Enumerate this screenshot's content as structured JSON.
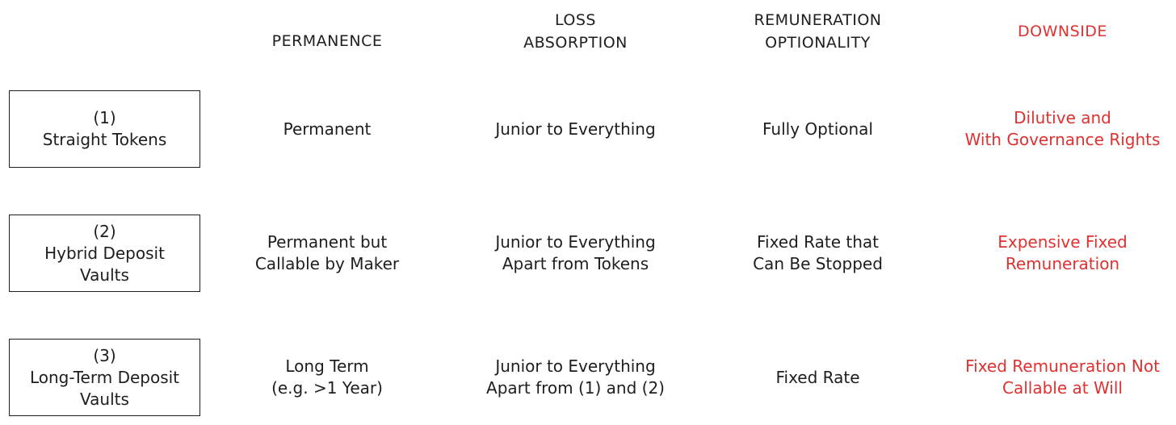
{
  "headers": {
    "permanence": "PERMANENCE",
    "loss_absorption": "LOSS\nABSORPTION",
    "remuneration_optionality": "REMUNERATION\nOPTIONALITY",
    "downside": "DOWNSIDE"
  },
  "rows": [
    {
      "label": "(1)\nStraight Tokens",
      "permanence": "Permanent",
      "loss_absorption": "Junior to Everything",
      "remuneration_optionality": "Fully Optional",
      "downside": "Dilutive and\nWith Governance Rights"
    },
    {
      "label": "(2)\nHybrid Deposit\nVaults",
      "permanence": "Permanent but\nCallable by Maker",
      "loss_absorption": "Junior to Everything\nApart from Tokens",
      "remuneration_optionality": "Fixed Rate that\nCan Be Stopped",
      "downside": "Expensive Fixed\nRemuneration"
    },
    {
      "label": "(3)\nLong-Term Deposit\nVaults",
      "permanence": "Long Term\n(e.g. >1 Year)",
      "loss_absorption": "Junior to Everything\nApart from (1) and (2)",
      "remuneration_optionality": "Fixed Rate",
      "downside": "Fixed Remuneration Not\nCallable at Will"
    }
  ],
  "colors": {
    "text": "#1e1e1e",
    "downside": "#e03131",
    "background": "#ffffff"
  }
}
